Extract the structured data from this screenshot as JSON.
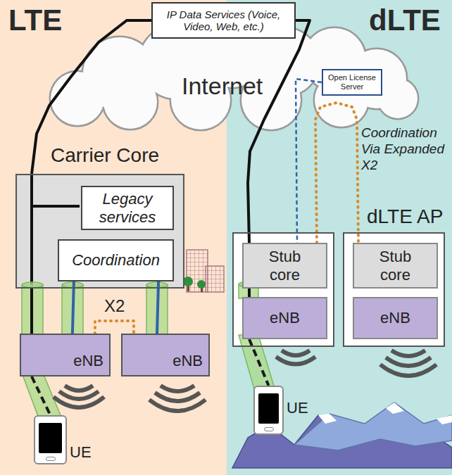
{
  "diagram": {
    "nodes": [
      {
        "text": [
          "IP Data Services (Voice, Video, Web, etc.)"
        ]
      },
      {
        "text": [
          "Open License Server"
        ]
      },
      {
        "text": [
          "Carrier Core"
        ]
      },
      {
        "text": [
          "Legacy services"
        ],
        "in": 2
      },
      {
        "text": [
          "Coordination"
        ],
        "in": 2
      },
      {
        "text": [
          "eNB"
        ]
      },
      {
        "text": [
          "eNB"
        ]
      },
      {
        "text": []
      },
      {
        "text": [
          "Stub core"
        ],
        "in": 7
      },
      {
        "text": [
          "eNB"
        ],
        "in": 7
      },
      {
        "text": [
          "dLTE AP"
        ]
      },
      {
        "text": [
          "Stub core"
        ],
        "in": 10
      },
      {
        "text": [
          "eNB"
        ],
        "in": 10
      },
      {
        "text": [
          "UE"
        ]
      },
      {
        "text": [
          "UE"
        ]
      }
    ],
    "edges": [
      {
        "from": 0,
        "to": 2,
        "arrow": "none"
      },
      {
        "from": 2,
        "to": 5,
        "arrow": "none"
      },
      {
        "from": 4,
        "to": 5,
        "arrow": "none"
      },
      {
        "from": 4,
        "to": 6,
        "arrow": "none"
      },
      {
        "from": 5,
        "to": 6,
        "label": "X2",
        "arrow": "none"
      },
      {
        "from": 5,
        "to": 13,
        "arrow": "none"
      },
      {
        "from": 0,
        "to": 8,
        "arrow": "none"
      },
      {
        "from": 1,
        "to": 8,
        "arrow": "none"
      },
      {
        "from": 8,
        "to": 11,
        "label": "Coordination Via Expanded X2",
        "arrow": "none"
      },
      {
        "from": 9,
        "to": 14,
        "arrow": "none"
      },
      {
        "from": 8,
        "to": 9,
        "arrow": "none"
      }
    ],
    "labels": [
      "LTE",
      "dLTE",
      "Internet"
    ]
  }
}
